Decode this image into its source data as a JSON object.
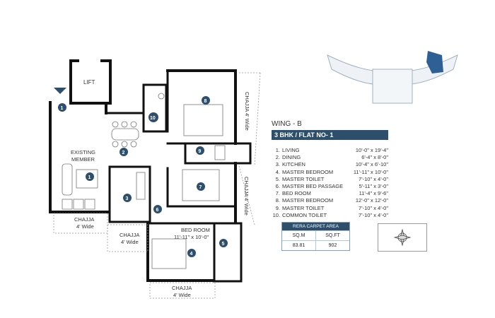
{
  "plan": {
    "lift_label": "LIFT",
    "existing_member_label": "EXISTING\nMEMBER",
    "chajja_left": "CHAJJA\n4' Wide",
    "chajja_mid": "CHAJJA\n4' Wide",
    "chajja_bottom": "CHAJJA\n4' Wide",
    "chajja_top_right": "CHAJJA\n4' Wide",
    "chajja_right": "CHAJJA\n4' Wide",
    "bed_room_label": "BED ROOM",
    "bed_room_dim": "11'-11\" x 10'-0\"",
    "markers": [
      "1",
      "1",
      "2",
      "3",
      "4",
      "5",
      "6",
      "7",
      "8",
      "9",
      "10"
    ]
  },
  "info": {
    "wing": "WING - B",
    "flat": "3 BHK / FLAT NO- 1",
    "rooms": [
      {
        "n": "1.",
        "name": "LIVING",
        "dim": "10'-0\" x 19'-4\""
      },
      {
        "n": "2.",
        "name": "DINING",
        "dim": "6'-4\" x  8'-0\""
      },
      {
        "n": "3.",
        "name": "KITCHEN",
        "dim": "10'-4\" x 6'-10\""
      },
      {
        "n": "4.",
        "name": "MASTER BEDROOM",
        "dim": "11'-11\" x 10'-0\""
      },
      {
        "n": "5.",
        "name": "MASTER TOILET",
        "dim": "7'-10\" x 4'-0\""
      },
      {
        "n": "6.",
        "name": "MASTER BED PASSAGE",
        "dim": "5'-11\" x 3'-0\""
      },
      {
        "n": "7.",
        "name": "BED ROOM",
        "dim": "11'-4\" x 9'-6\""
      },
      {
        "n": "8.",
        "name": "MASTER BEDROOM",
        "dim": "12'-0\" x 12'-0\""
      },
      {
        "n": "9.",
        "name": "MASTER TOILET",
        "dim": "7'-10\" x 4'-0\""
      },
      {
        "n": "10.",
        "name": "COMMON TOILET",
        "dim": "7'-10\" x 4'-0\""
      }
    ]
  },
  "rera": {
    "header": "RERA CARPET AREA",
    "col1": "SQ.M",
    "col2": "SQ.FT",
    "val1": "83.81",
    "val2": "902"
  },
  "colors": {
    "marker": "#2e4f6b",
    "wall": "#111111",
    "highlight": "#2e5f95"
  }
}
